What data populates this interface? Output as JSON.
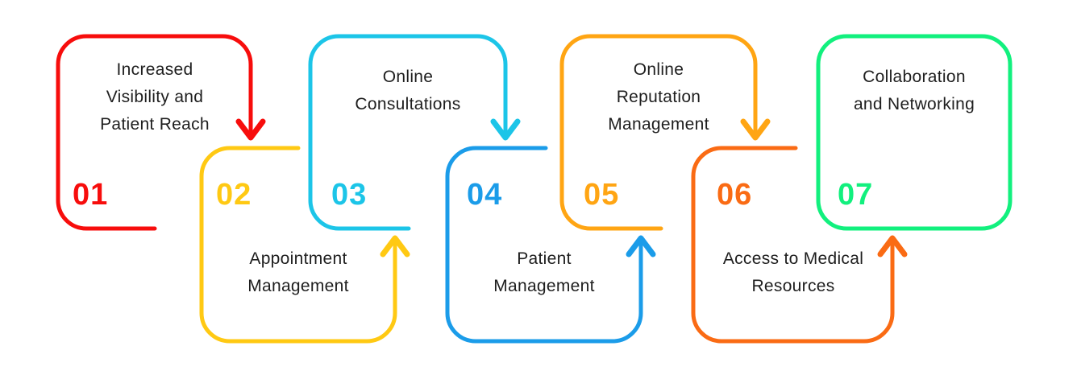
{
  "diagram": {
    "type": "process-flow",
    "background": "#FFFFFF",
    "text_color": "#1E1E1E",
    "steps": [
      {
        "number": "01",
        "label": "Increased\nVisibility and\nPatient Reach",
        "color": "#F70D0C",
        "row": "top",
        "arrow_to_next": "down"
      },
      {
        "number": "02",
        "label": "Appointment\nManagement",
        "color": "#FFC913",
        "row": "bottom",
        "arrow_to_next": "up"
      },
      {
        "number": "03",
        "label": "Online\nConsultations",
        "color": "#1CC5E8",
        "row": "top",
        "arrow_to_next": "down"
      },
      {
        "number": "04",
        "label": "Patient\nManagement",
        "color": "#1B9CE9",
        "row": "bottom",
        "arrow_to_next": "up"
      },
      {
        "number": "05",
        "label": "Online\nReputation\nManagement",
        "color": "#FFA513",
        "row": "top",
        "arrow_to_next": "down"
      },
      {
        "number": "06",
        "label": "Access to Medical\nResources",
        "color": "#FA6B14",
        "row": "bottom",
        "arrow_to_next": "up"
      },
      {
        "number": "07",
        "label": "Collaboration\nand Networking",
        "color": "#12F07E",
        "row": "top",
        "arrow_to_next": null
      }
    ]
  }
}
